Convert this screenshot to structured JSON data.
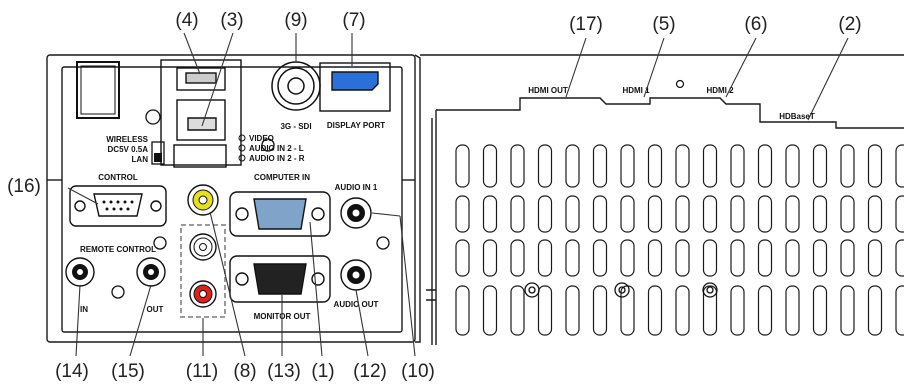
{
  "callouts": {
    "c1": "(1)",
    "c2": "(2)",
    "c3": "(3)",
    "c4": "(4)",
    "c5": "(5)",
    "c6": "(6)",
    "c7": "(7)",
    "c8": "(8)",
    "c9": "(9)",
    "c10": "(10)",
    "c11": "(11)",
    "c12": "(12)",
    "c13": "(13)",
    "c14": "(14)",
    "c15": "(15)",
    "c16": "(16)",
    "c17": "(17)"
  },
  "labels": {
    "sdi": "3G - SDI",
    "display_port": "DISPLAY PORT",
    "wireless": "WIRELESS",
    "dc5v": "DC5V 0.5A",
    "lan": "LAN",
    "video": "VIDEO",
    "audio_in2_l": "AUDIO IN 2 - L",
    "audio_in2_r": "AUDIO IN 2 - R",
    "control": "CONTROL",
    "computer_in": "COMPUTER IN",
    "audio_in1": "AUDIO IN 1",
    "remote_control": "REMOTE CONTROL",
    "in": "IN",
    "out": "OUT",
    "monitor_out": "MONITOR OUT",
    "audio_out": "AUDIO OUT",
    "hdmi_out": "HDMI OUT",
    "hdmi1": "HDMI 1",
    "hdmi2": "HDMI 2",
    "hdbaset": "HDBaseT"
  },
  "colors": {
    "line": "#1a1a1a",
    "video_jack": "#e6e020",
    "audio_r_jack": "#e0201c",
    "audio_l_jack": "#ffffff",
    "vga_fill": "#7fa3c9",
    "dashed": "#9a9a9a"
  }
}
